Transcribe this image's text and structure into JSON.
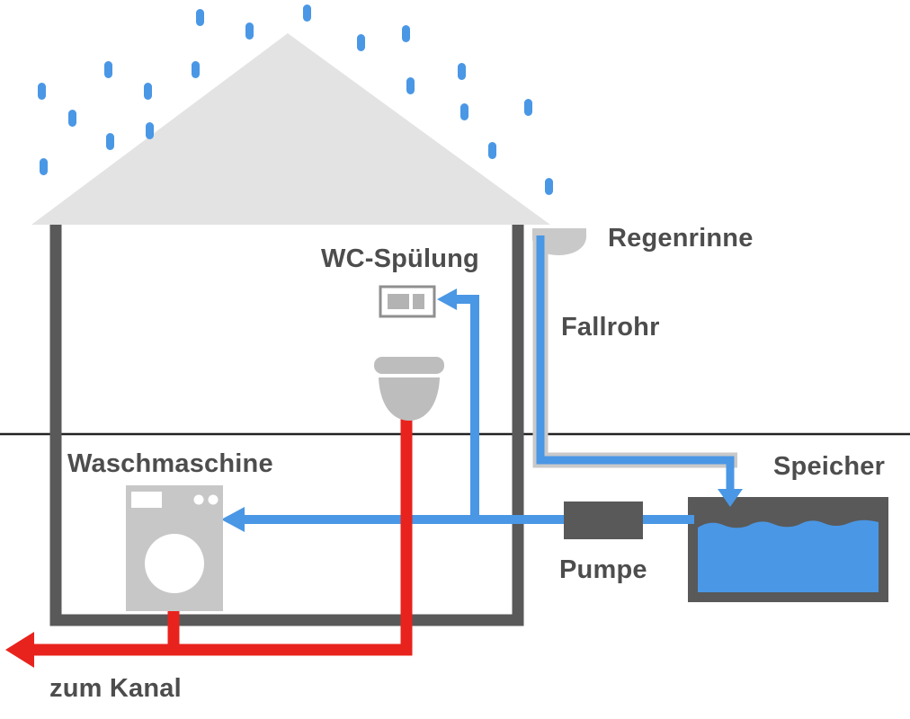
{
  "labels": {
    "wc_spuelung": "WC-Spülung",
    "regenrinne": "Regenrinne",
    "fallrohr": "Fallrohr",
    "waschmaschine": "Waschmaschine",
    "speicher": "Speicher",
    "pumpe": "Pumpe",
    "zum_kanal": "zum Kanal"
  },
  "colors": {
    "pipe-blue": "#4a97e5",
    "waste-red": "#e8231d",
    "wall-dark": "#595959",
    "roof-gray": "#e3e3e3",
    "pipe-gray": "#c9c9c9",
    "appliance-gray": "#c7c7c7",
    "fixture-gray": "#bdbdbd",
    "plate-border": "#8f8f8f",
    "plate-button": "#b3b3b3",
    "label-gray": "#4d4d4d",
    "ground-line": "#222222"
  }
}
